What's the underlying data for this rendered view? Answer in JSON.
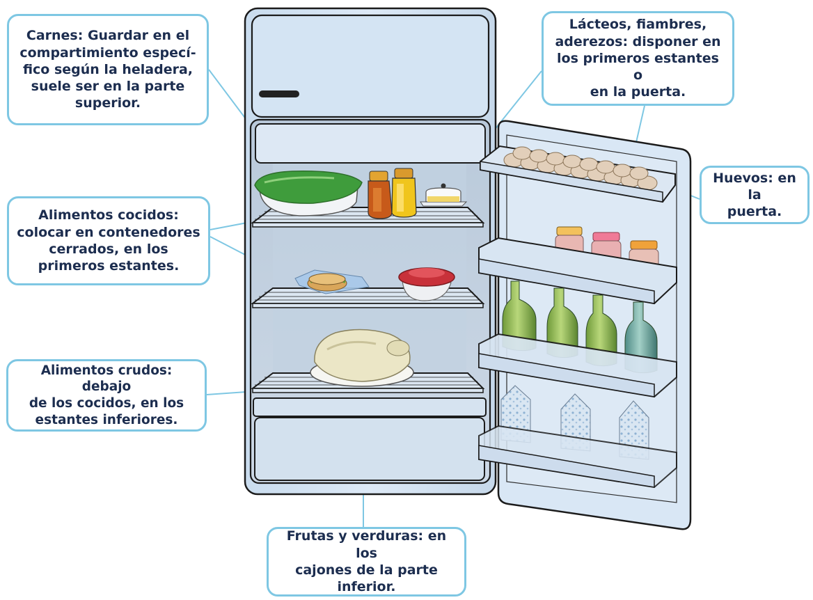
{
  "callouts": {
    "carnes": [
      "Carnes: Guardar en el",
      "compartimiento especí-",
      "fico según la heladera,",
      "suele ser en la parte",
      "superior."
    ],
    "lacteos": [
      "Lácteos, fiambres,",
      "aderezos: disponer en",
      "los primeros estantes o",
      "en la puerta."
    ],
    "cocidos": [
      "Alimentos cocidos:",
      "colocar en contenedores",
      "cerrados, en los",
      "primeros estantes."
    ],
    "huevos": [
      "Huevos: en la",
      "puerta."
    ],
    "crudos": [
      "Alimentos crudos: debajo",
      "de los cocidos, en los",
      "estantes inferiores."
    ],
    "frutas": [
      "Frutas y verduras: en los",
      "cajones de la parte",
      "inferior."
    ]
  },
  "colors": {
    "callout_border": "#7ec7e3",
    "callout_text": "#1c2d4f",
    "fridge_body": "#d6e6f4",
    "fridge_outline": "#1b1b1b",
    "interior": "#c3d2e2"
  }
}
